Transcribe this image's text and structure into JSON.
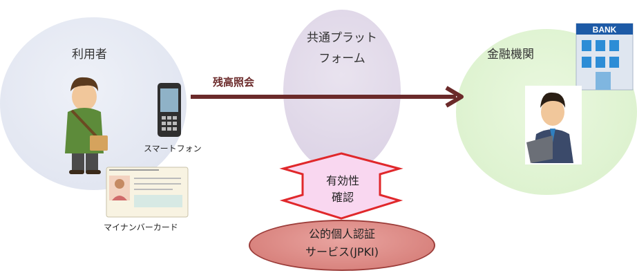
{
  "diagram": {
    "user": {
      "label": "利用者"
    },
    "phone": {
      "label": "スマートフォン"
    },
    "card": {
      "label": "マイナンバーカード"
    },
    "platform": {
      "label_line1": "共通プラット",
      "label_line2": "フォーム"
    },
    "bank": {
      "label": "金融機関",
      "sign": "BANK"
    },
    "flow": {
      "label": "残高照会"
    },
    "validity": {
      "label_line1": "有効性",
      "label_line2": "確認"
    },
    "jpki": {
      "label_line1": "公的個人認証",
      "label_line2": "サービス(JPKI)"
    }
  },
  "colors": {
    "user_circle": "#e2e6f1",
    "platform_ellipse": "#ddd4e6",
    "bank_circle": "#ddf2cf",
    "flow_arrow": "#6b2a2a",
    "validity_fill": "#f9d7f0",
    "validity_stroke": "#e0282b",
    "jpki_fill": "#d9847f"
  }
}
